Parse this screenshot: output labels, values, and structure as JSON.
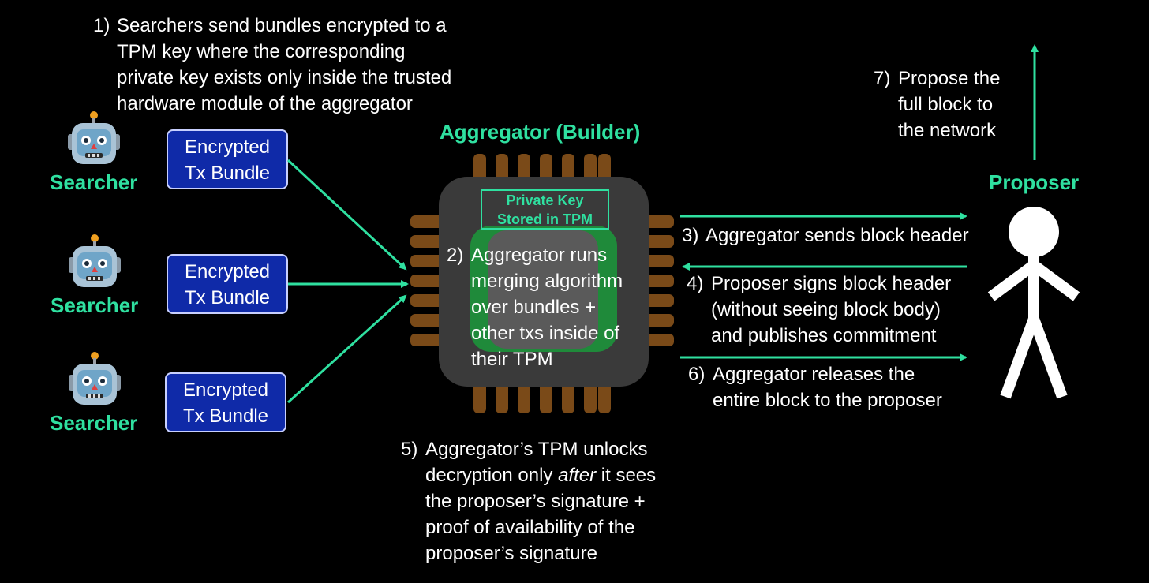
{
  "colors": {
    "background": "#000000",
    "accent_green": "#2fe0a0",
    "bundle_fill": "#0f2aa8",
    "pin_brown": "#7a4a18",
    "chip_gray": "#3a3a3a",
    "core_green": "#1f8a3a"
  },
  "steps": {
    "s1": {
      "num": "1)",
      "lines": [
        "Searchers send bundles encrypted to a",
        "TPM key where the corresponding",
        "private key exists only inside the trusted",
        "hardware module of the aggregator"
      ]
    },
    "s2": {
      "num": "2)",
      "lines": [
        "Aggregator runs",
        "merging algorithm",
        "over bundles +",
        "other txs inside of",
        "their TPM"
      ]
    },
    "s3": {
      "num": "3)",
      "text": "Aggregator sends block header"
    },
    "s4": {
      "num": "4)",
      "lines": [
        "Proposer signs block header",
        "(without seeing block body)",
        "and publishes commitment"
      ]
    },
    "s5": {
      "num": "5)",
      "line1": "Aggregator’s TPM unlocks",
      "line2_pre": "decryption only ",
      "line2_em": "after",
      "line2_post": " it sees",
      "lines_rest": [
        "the proposer’s signature +",
        "proof of availability of the",
        "proposer’s signature"
      ]
    },
    "s6": {
      "num": "6)",
      "lines": [
        "Aggregator releases the",
        "entire block to the proposer"
      ]
    },
    "s7": {
      "num": "7)",
      "lines": [
        "Propose the",
        "full block to",
        "the network"
      ]
    }
  },
  "searchers": [
    {
      "label": "Searcher",
      "bundle": [
        "Encrypted",
        "Tx Bundle"
      ],
      "icon": "robot-icon"
    },
    {
      "label": "Searcher",
      "bundle": [
        "Encrypted",
        "Tx Bundle"
      ],
      "icon": "robot-icon"
    },
    {
      "label": "Searcher",
      "bundle": [
        "Encrypted",
        "Tx Bundle"
      ],
      "icon": "robot-icon"
    }
  ],
  "aggregator": {
    "title": "Aggregator (Builder)",
    "key_box": [
      "Private Key",
      "Stored in TPM"
    ]
  },
  "proposer": {
    "label": "Proposer",
    "icon": "stick-figure-icon"
  }
}
